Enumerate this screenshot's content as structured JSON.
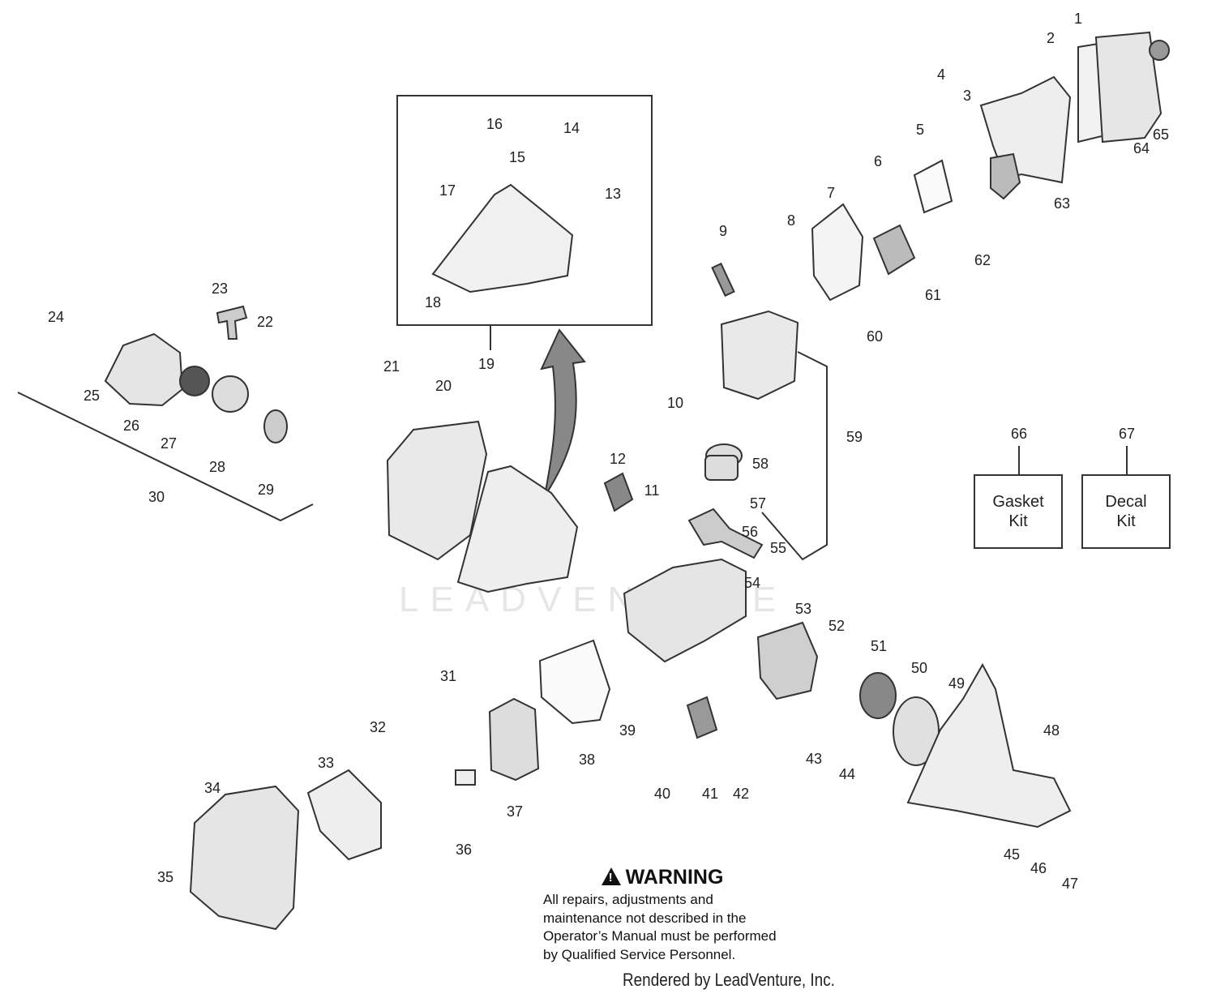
{
  "callouts": [
    "1",
    "2",
    "3",
    "4",
    "5",
    "6",
    "7",
    "8",
    "9",
    "10",
    "11",
    "12",
    "13",
    "14",
    "15",
    "16",
    "17",
    "18",
    "19",
    "20",
    "21",
    "22",
    "23",
    "24",
    "25",
    "26",
    "27",
    "28",
    "29",
    "30",
    "31",
    "32",
    "33",
    "34",
    "35",
    "36",
    "37",
    "38",
    "39",
    "40",
    "41",
    "42",
    "43",
    "44",
    "45",
    "46",
    "47",
    "48",
    "49",
    "50",
    "51",
    "52",
    "53",
    "54",
    "55",
    "56",
    "57",
    "58",
    "59",
    "60",
    "61",
    "62",
    "63",
    "64",
    "65"
  ],
  "kits": {
    "gasket": {
      "number": "66",
      "label": "Gasket\nKit"
    },
    "decal": {
      "number": "67",
      "label": "Decal\nKit"
    }
  },
  "warning": {
    "title": "WARNING",
    "body": "All repairs, adjustments and maintenance not described in the Operator’s Manual must be performed by Qualified Service Personnel."
  },
  "footer": "Rendered by LeadVenture, Inc.",
  "watermark": "LEADVENTURE",
  "colors": {
    "line": "#333333",
    "part_fill": "#ffffff",
    "part_shade": "#d9d9d9",
    "text": "#222222"
  }
}
